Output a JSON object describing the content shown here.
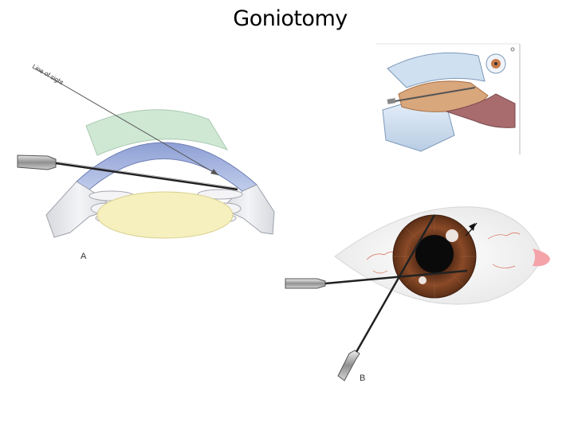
{
  "slide": {
    "title": "Goniotomy"
  },
  "figure_a": {
    "annotation": "Line of sight",
    "label": "A"
  },
  "figure_b": {
    "label": "B"
  },
  "colors": {
    "cornea_blue": "#7f92c9",
    "goniolens_green": "#c9e4cf",
    "lens_yellow": "#f6f0bf",
    "iris_brown": "#8a4a28",
    "instrument_gray": "#9b9b9b"
  }
}
